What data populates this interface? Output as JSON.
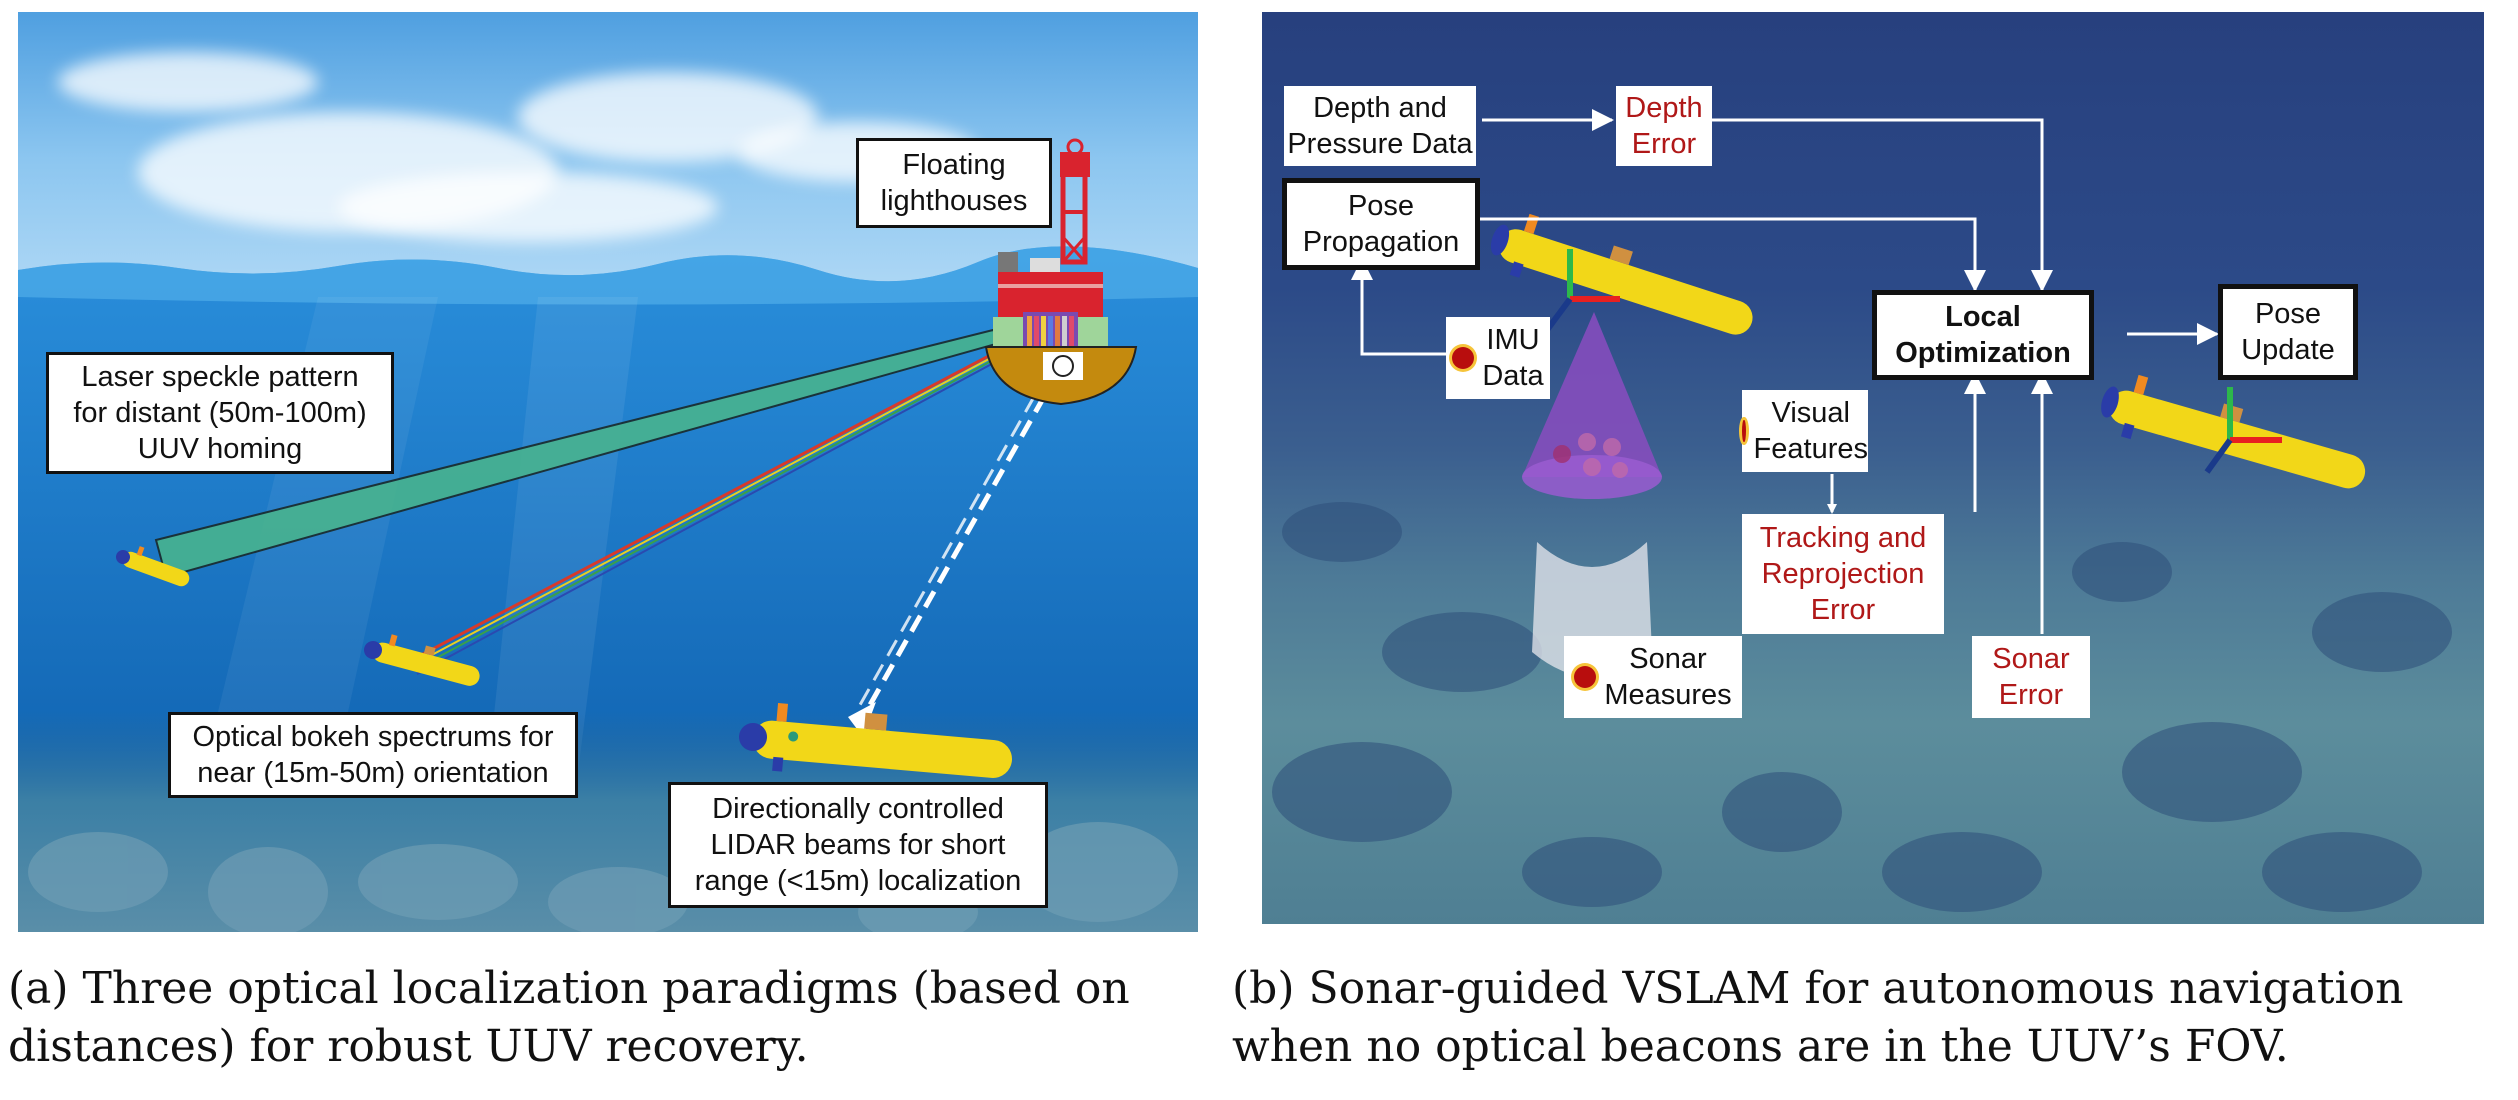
{
  "figure": {
    "panel_a": {
      "labels": {
        "floating_lighthouses": [
          "Floating",
          "lighthouses"
        ],
        "laser_speckle": [
          "Laser speckle pattern",
          "for distant (50m-100m)",
          "UUV homing"
        ],
        "optical_bokeh": [
          "Optical bokeh spectrums for",
          "near (15m-50m) orientation"
        ],
        "lidar_beams": [
          "Directionally controlled",
          "LIDAR beams for short",
          "range (<15m) localization"
        ]
      },
      "caption": [
        "(a) Three optical localization paradigms (based on",
        "distances) for robust UUV recovery."
      ]
    },
    "panel_b": {
      "labels": {
        "depth_pressure": [
          "Depth and",
          "Pressure Data"
        ],
        "depth_error": [
          "Depth",
          "Error"
        ],
        "pose_propagation": [
          "Pose",
          "Propagation"
        ],
        "imu_data": [
          "IMU",
          "Data"
        ],
        "local_optimization": [
          "Local",
          "Optimization"
        ],
        "pose_update": [
          "Pose",
          "Update"
        ],
        "visual_features": [
          "Visual",
          "Features"
        ],
        "tracking_error": [
          "Tracking and",
          "Reprojection",
          "Error"
        ],
        "sonar_measures": [
          "Sonar",
          "Measures"
        ],
        "sonar_error": [
          "Sonar",
          "Error"
        ]
      },
      "caption": [
        "(b) Sonar-guided VSLAM for autonomous navigation",
        "when no optical beacons are in the UUV’s FOV."
      ]
    },
    "colors": {
      "error_text": "#b01818",
      "uuv_body": "#f2d718",
      "sensor_dot": "#b80d0d",
      "lighthouse_red": "#d9232e",
      "buoy_hull": "#c48a0e"
    }
  }
}
